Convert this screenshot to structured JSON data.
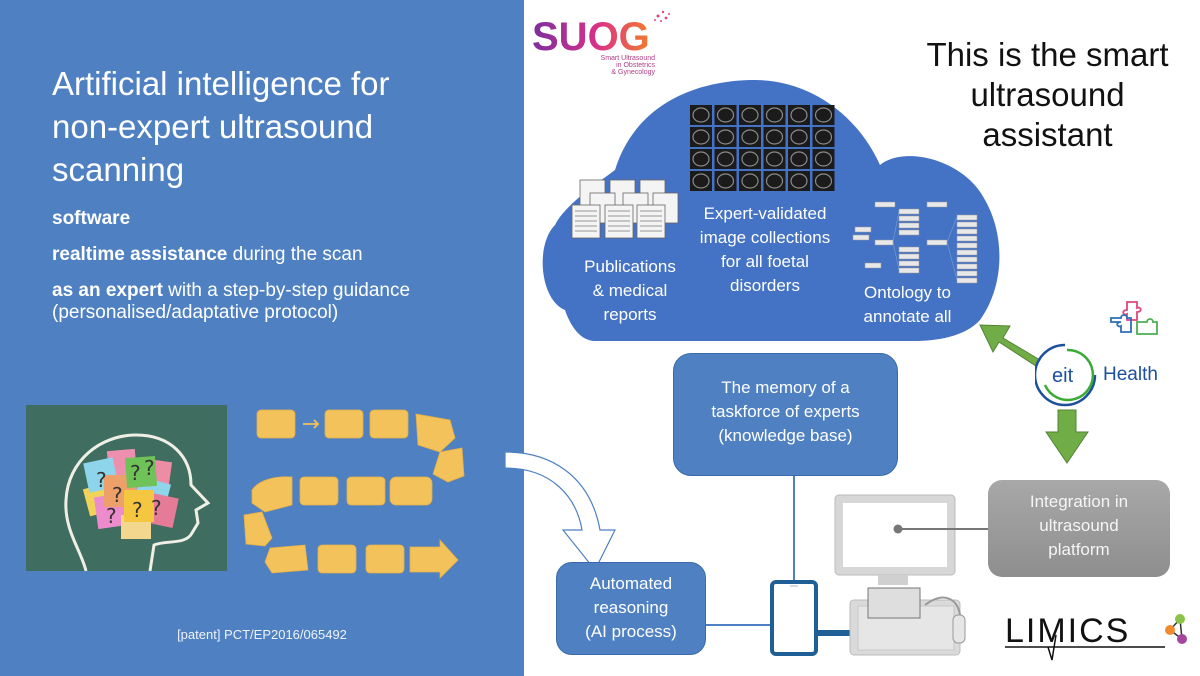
{
  "left_panel": {
    "title_lines": [
      "Artificial intelligence for",
      "non-expert ultrasound",
      "scanning"
    ],
    "bullets": [
      {
        "bold": "software",
        "rest": ""
      },
      {
        "bold": "realtime assistance",
        "rest": " during the scan"
      },
      {
        "bold": "as an expert",
        "rest": " with a step-by-step guidance",
        "sub": "(personalised/adaptative protocol)"
      }
    ],
    "patent": "[patent] PCT/EP2016/065492",
    "brain_marks": [
      "?",
      "?",
      "?",
      "?",
      "?",
      "?",
      "?"
    ]
  },
  "logos": {
    "sucog": {
      "name": "SUOG",
      "tagline": [
        "Smart Ultrasound",
        "in Obstetrics",
        "& Gynecology"
      ]
    },
    "eit": {
      "mark": "eit",
      "name": "Health"
    },
    "limics": {
      "name": "LIMICS"
    }
  },
  "headline": [
    "This is the smart",
    "ultrasound",
    "assistant"
  ],
  "cloud": {
    "publications": [
      "Publications",
      "& medical",
      "reports"
    ],
    "images": [
      "Expert-validated",
      "image collections",
      "for all foetal",
      "disorders"
    ],
    "ontology": [
      "Ontology to",
      "annotate all"
    ]
  },
  "boxes": {
    "knowledge_base": [
      "The memory of a",
      "taskforce of experts",
      "(knowledge base)"
    ],
    "automated_reasoning": [
      "Automated",
      "reasoning",
      "(AI process)"
    ],
    "integration": [
      "Integration in",
      "ultrasound",
      "platform"
    ]
  },
  "colors": {
    "panel_blue": "#4f81c2",
    "cloud_blue": "#4472c4",
    "arrow_green": "#70ad47",
    "tile_yellow": "#f4c25a",
    "grey_box": "#9b9b9b"
  }
}
